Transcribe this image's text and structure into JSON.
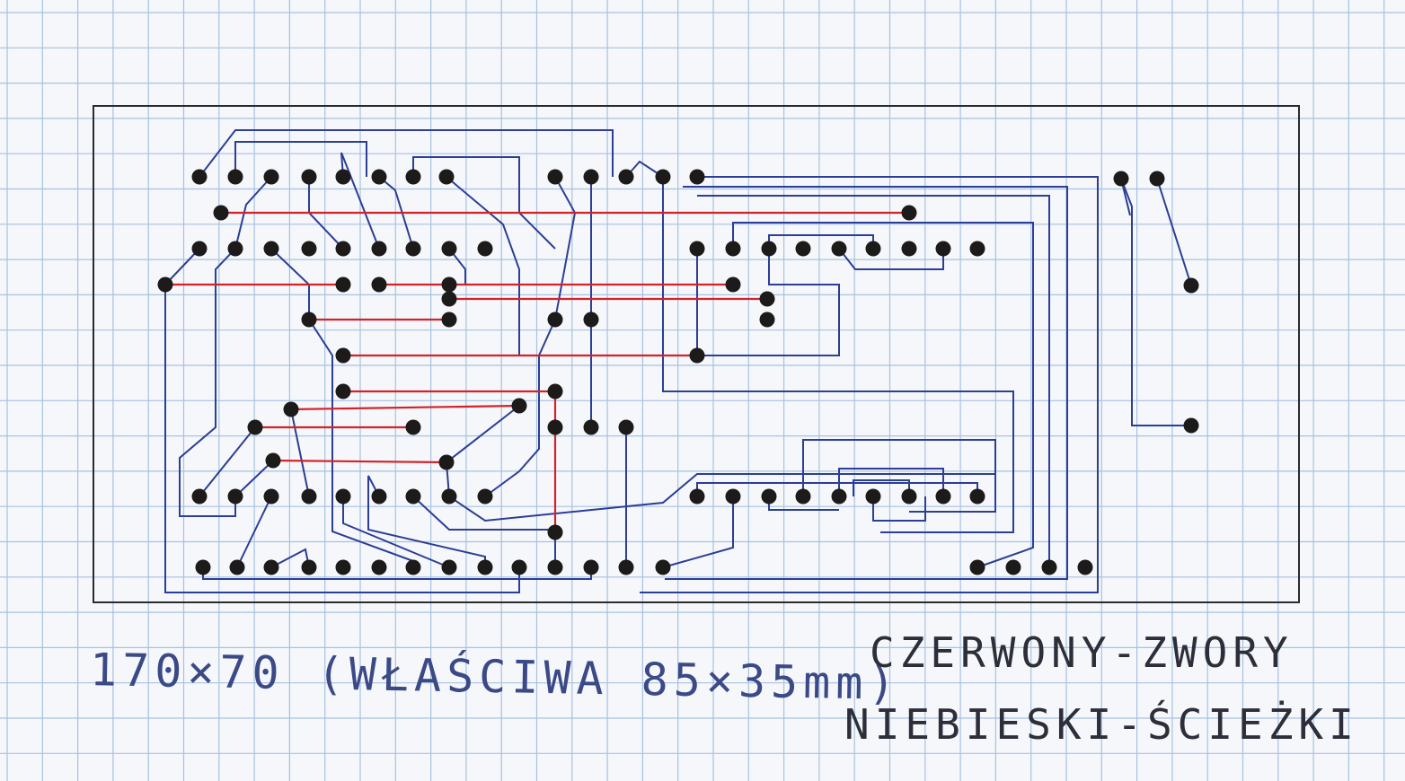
{
  "sheet": {
    "paper_color": "#f5f7fb",
    "grid_color": "#a7c2e0",
    "outline_color": "#2b2b2b",
    "jumper_color": "#d2232a",
    "trace_color": "#2c3e95",
    "pad_color": "#1d1a1a"
  },
  "captions": {
    "size_note": "170×70 (WŁAŚCIWA 85×35mm)",
    "legend_red": "CZERWONY-ZWORY",
    "legend_blue": "NIEBIESKI-ŚCIEŻKI"
  }
}
